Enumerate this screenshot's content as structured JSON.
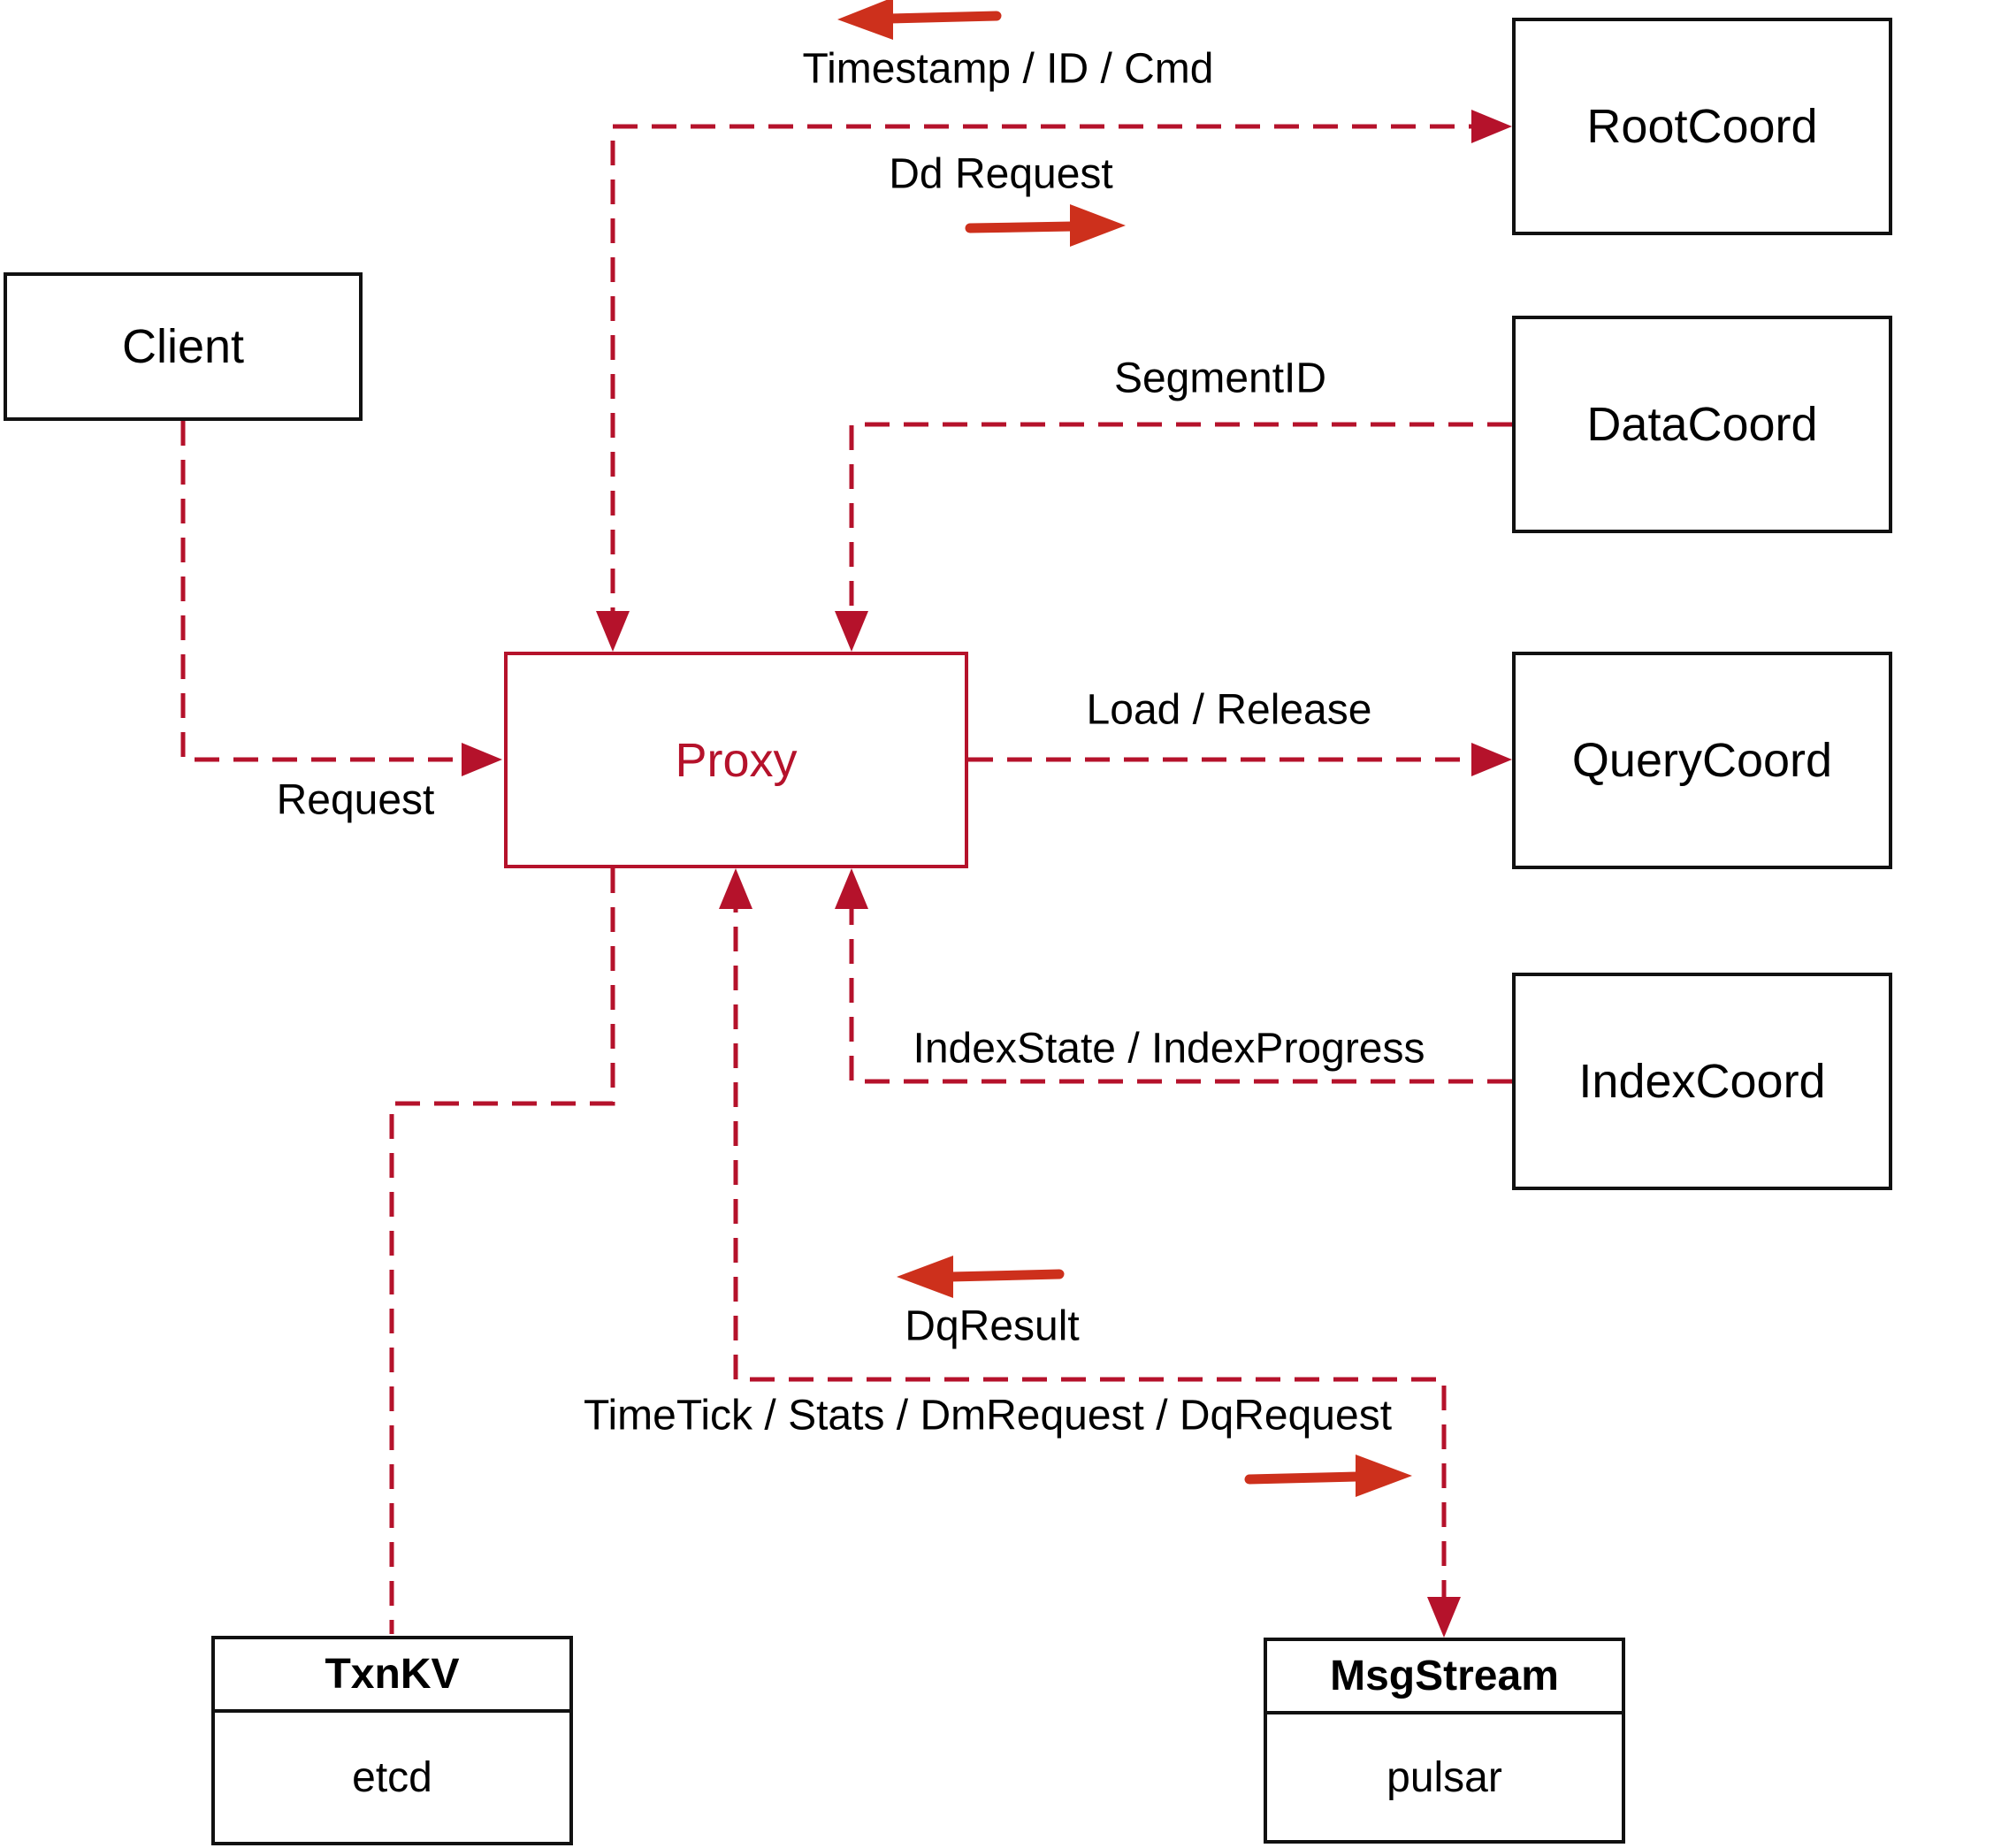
{
  "colors": {
    "line_red": "#b5122b",
    "arrow_red": "#cd301c",
    "box_border": "#111111",
    "text_black": "#000000",
    "bg": "#ffffff"
  },
  "nodes": {
    "client": {
      "label": "Client"
    },
    "proxy": {
      "label": "Proxy"
    },
    "rootcoord": {
      "label": "RootCoord"
    },
    "datacoord": {
      "label": "DataCoord"
    },
    "querycoord": {
      "label": "QueryCoord"
    },
    "indexcoord": {
      "label": "IndexCoord"
    },
    "txnkv": {
      "title": "TxnKV",
      "subtitle": "etcd"
    },
    "msgstream": {
      "title": "MsgStream",
      "subtitle": "pulsar"
    }
  },
  "edges": {
    "timestamp": {
      "label": "Timestamp / ID / Cmd"
    },
    "dd_request": {
      "label": "Dd Request"
    },
    "segment_id": {
      "label": "SegmentID"
    },
    "load_release": {
      "label": "Load / Release"
    },
    "index_state": {
      "label": "IndexState / IndexProgress"
    },
    "request": {
      "label": "Request"
    },
    "dq_result": {
      "label": "DqResult"
    },
    "timetick": {
      "label": "TimeTick / Stats / DmRequest / DqRequest"
    }
  }
}
